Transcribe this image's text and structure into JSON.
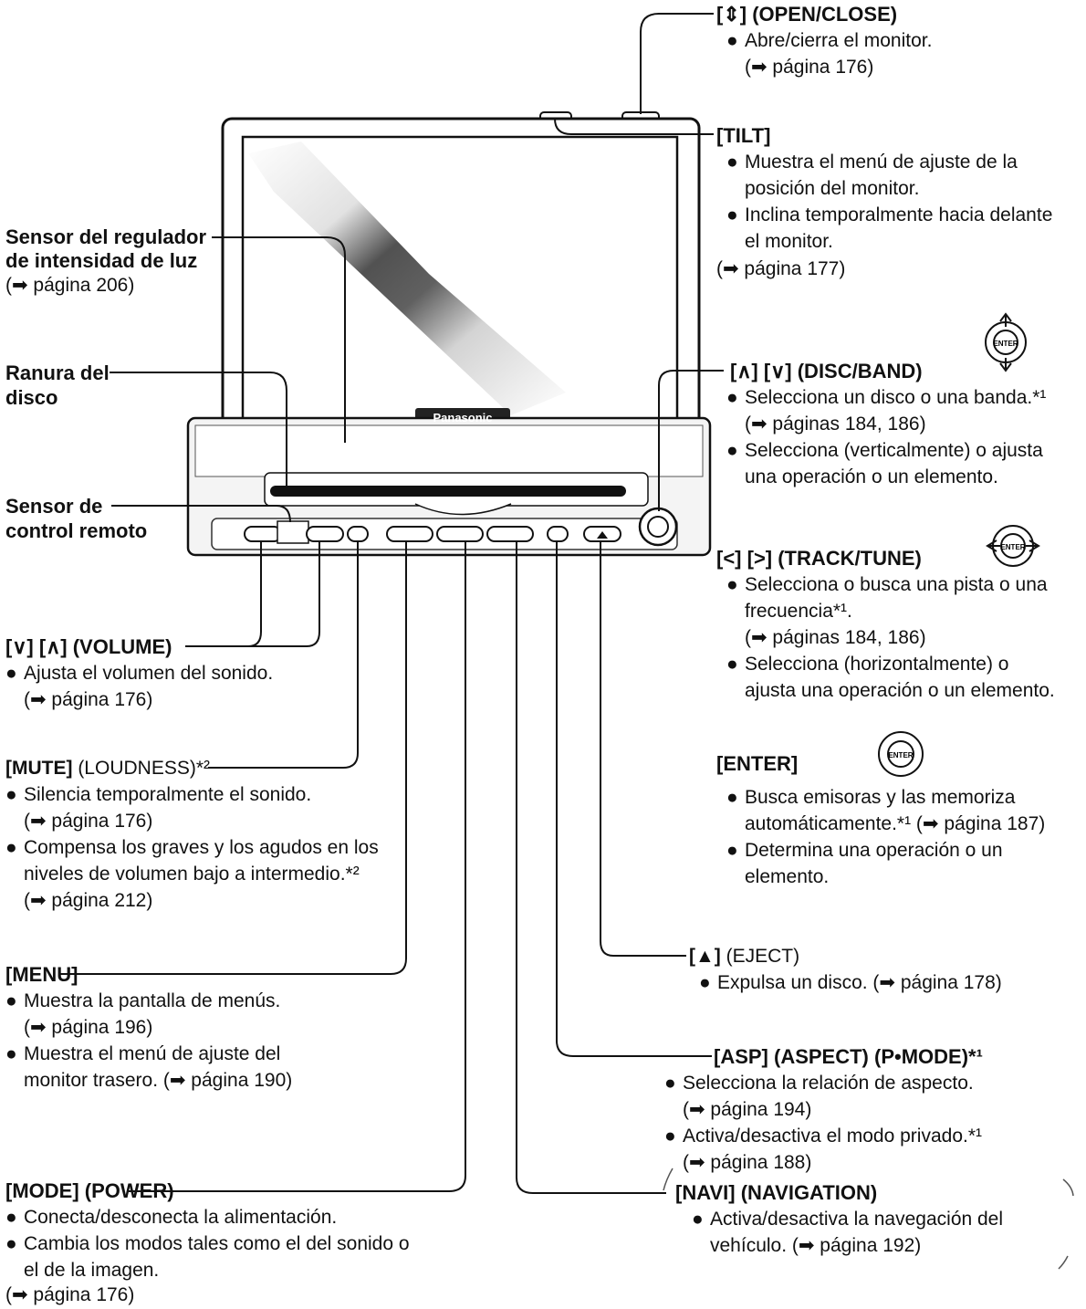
{
  "device": {
    "brand": "Panasonic"
  },
  "left_labels": {
    "sensor_luz": {
      "line1": "Sensor del regulador",
      "line2": "de intensidad de luz",
      "ref": "(➡ página 206)"
    },
    "ranura": {
      "line1": "Ranura del",
      "line2": "disco"
    },
    "sensor_control": {
      "line1": "Sensor de",
      "line2": "control remoto"
    },
    "volume": {
      "title_bold": "[∨] [∧] (VOLUME)",
      "items": [
        "Ajusta el volumen del sonido.",
        "(➡ página 176)"
      ]
    },
    "mute": {
      "title_bold": "[MUTE]",
      "title_rest": " (LOUDNESS)*²",
      "items": [
        "Silencia temporalmente el sonido.",
        "(➡ página 176)",
        "Compensa los graves y los agudos en los",
        "niveles de volumen bajo a intermedio.*²",
        "(➡ página 212)"
      ]
    },
    "menu": {
      "title_bold": "[MENU]",
      "items": [
        "Muestra la pantalla de menús.",
        "(➡ página 196)",
        "Muestra el menú de ajuste del",
        "monitor trasero. (➡ página 190)"
      ]
    },
    "mode": {
      "title_bold": "[MODE] (POWER)",
      "items": [
        "Conecta/desconecta la alimentación.",
        "Cambia los modos tales como el del sonido o",
        "el de la imagen.",
        "(➡ página 176)"
      ]
    }
  },
  "right_labels": {
    "open_close": {
      "title_bold": "[⇕] (OPEN/CLOSE)",
      "items": [
        "Abre/cierra el monitor.",
        "(➡ página 176)"
      ]
    },
    "tilt": {
      "title_bold": "[TILT]",
      "items": [
        "Muestra el menú de ajuste de la",
        "posición del monitor.",
        "Inclina temporalmente hacia delante",
        "el monitor.",
        "(➡ página 177)"
      ]
    },
    "disc_band": {
      "title_bold": "[∧] [∨] (DISC/BAND)",
      "items": [
        "Selecciona un disco o una banda.*¹",
        "(➡ páginas 184, 186)",
        "Selecciona (verticalmente) o ajusta",
        "una operación o un elemento."
      ]
    },
    "track_tune": {
      "title_bold": "[<] [>] (TRACK/TUNE)",
      "items": [
        "Selecciona o busca una pista o una",
        "frecuencia*¹.",
        "(➡ páginas 184, 186)",
        "Selecciona (horizontalmente) o",
        "ajusta una operación o un elemento."
      ]
    },
    "enter": {
      "title_bold": "[ENTER]",
      "items": [
        "Busca emisoras y las memoriza",
        "automáticamente.*¹ (➡ página 187)",
        "Determina una operación o un",
        "elemento."
      ]
    },
    "eject": {
      "title_bold": "[▲]",
      "title_rest": " (EJECT)",
      "items": [
        "Expulsa un disco. (➡ página 178)"
      ]
    },
    "asp": {
      "title_bold": "[ASP] (ASPECT) (P•MODE)*¹",
      "items": [
        "Selecciona la relación de aspecto.",
        "(➡ página 194)",
        "Activa/desactiva el modo privado.*¹",
        "(➡ página 188)"
      ]
    },
    "navi": {
      "title_bold": "[NAVI] (NAVIGATION)",
      "items": [
        "Activa/desactiva la navegación del",
        "vehículo. (➡ página 192)"
      ]
    }
  },
  "icons": {
    "enter_pad": "ENTER"
  }
}
